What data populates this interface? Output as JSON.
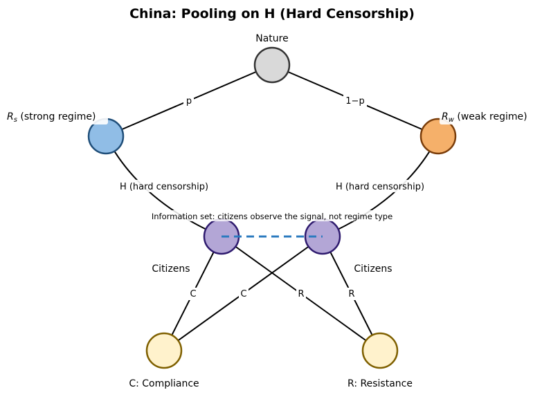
{
  "title": "China: Pooling on H (Hard Censorship)",
  "nodes": {
    "nature": {
      "label": "Nature",
      "fill": "#d9d9d9",
      "stroke": "#333333"
    },
    "strong_regime": {
      "label_symbol": "R",
      "label_sub": "s",
      "label_rest": " (strong regime)",
      "fill": "#90bde6",
      "stroke": "#1f4e79"
    },
    "weak_regime": {
      "label_symbol": "R",
      "label_sub": "w",
      "label_rest": " (weak regime)",
      "fill": "#f5b06a",
      "stroke": "#7a3d0a"
    },
    "citizens_left": {
      "label": "Citizens",
      "fill": "#b3a6d6",
      "stroke": "#2e1a6e"
    },
    "citizens_right": {
      "label": "Citizens",
      "fill": "#b3a6d6",
      "stroke": "#2e1a6e"
    },
    "compliance": {
      "label": "C: Compliance",
      "fill": "#fff2cc",
      "stroke": "#7f6000"
    },
    "resistance": {
      "label": "R: Resistance",
      "fill": "#fff2cc",
      "stroke": "#7f6000"
    }
  },
  "edges": {
    "nature_strong": "p",
    "nature_weak": "1−p",
    "strong_citizens": "H (hard censorship)",
    "weak_citizens": "H (hard censorship)",
    "left_compliance": "C",
    "right_compliance": "C",
    "left_resistance": "R",
    "right_resistance": "R"
  },
  "information_set": {
    "label": "Information set: citizens observe the signal, not regime type",
    "color": "#2c7bbf"
  }
}
